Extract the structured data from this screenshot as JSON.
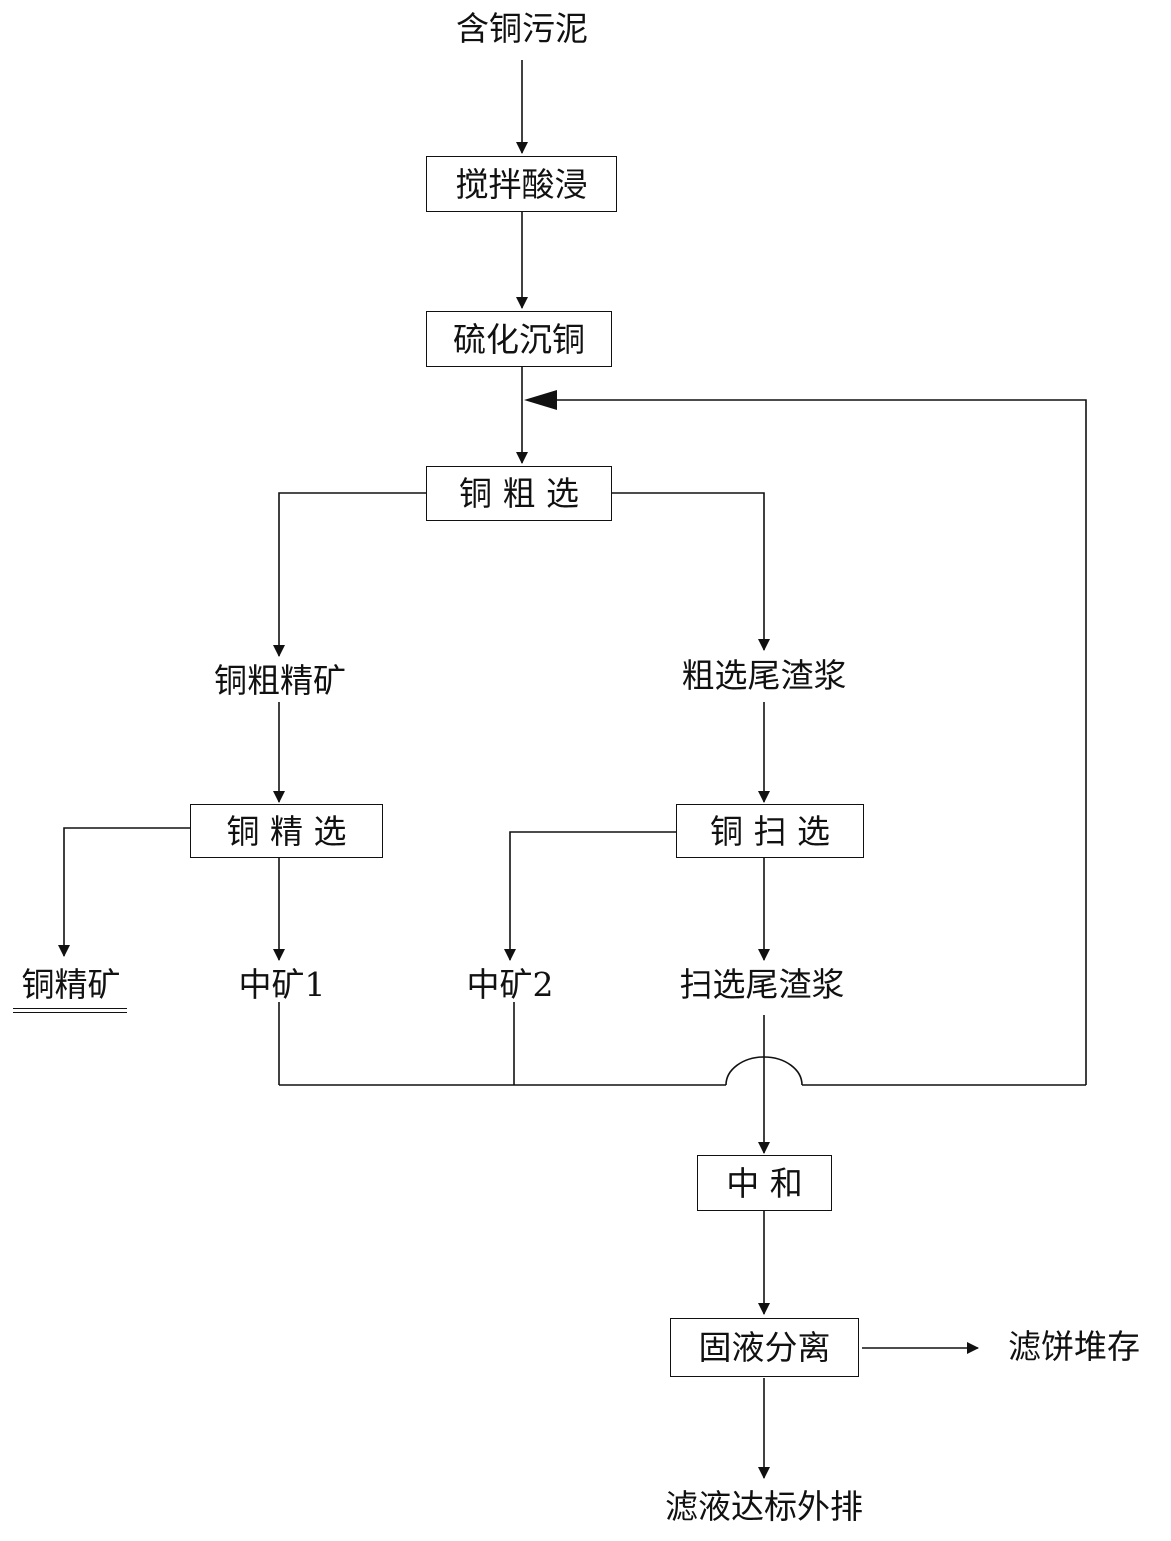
{
  "diagram": {
    "input": "含铜污泥",
    "steps": {
      "acid_leach": "搅拌酸浸",
      "sulfide_precip": "硫化沉铜",
      "rougher": "铜 粗 选",
      "cleaner": "铜 精 选",
      "scavenger": "铜 扫 选",
      "neutralize": "中 和",
      "separation": "固液分离"
    },
    "products": {
      "rough_concentrate": "铜粗精矿",
      "rougher_tailings": "粗选尾渣浆",
      "copper_concentrate": "铜精矿",
      "middling_1": "中矿1",
      "middling_2": "中矿2",
      "scavenger_tailings": "扫选尾渣浆",
      "filter_cake": "滤饼堆存",
      "filtrate": "滤液达标外排"
    }
  }
}
